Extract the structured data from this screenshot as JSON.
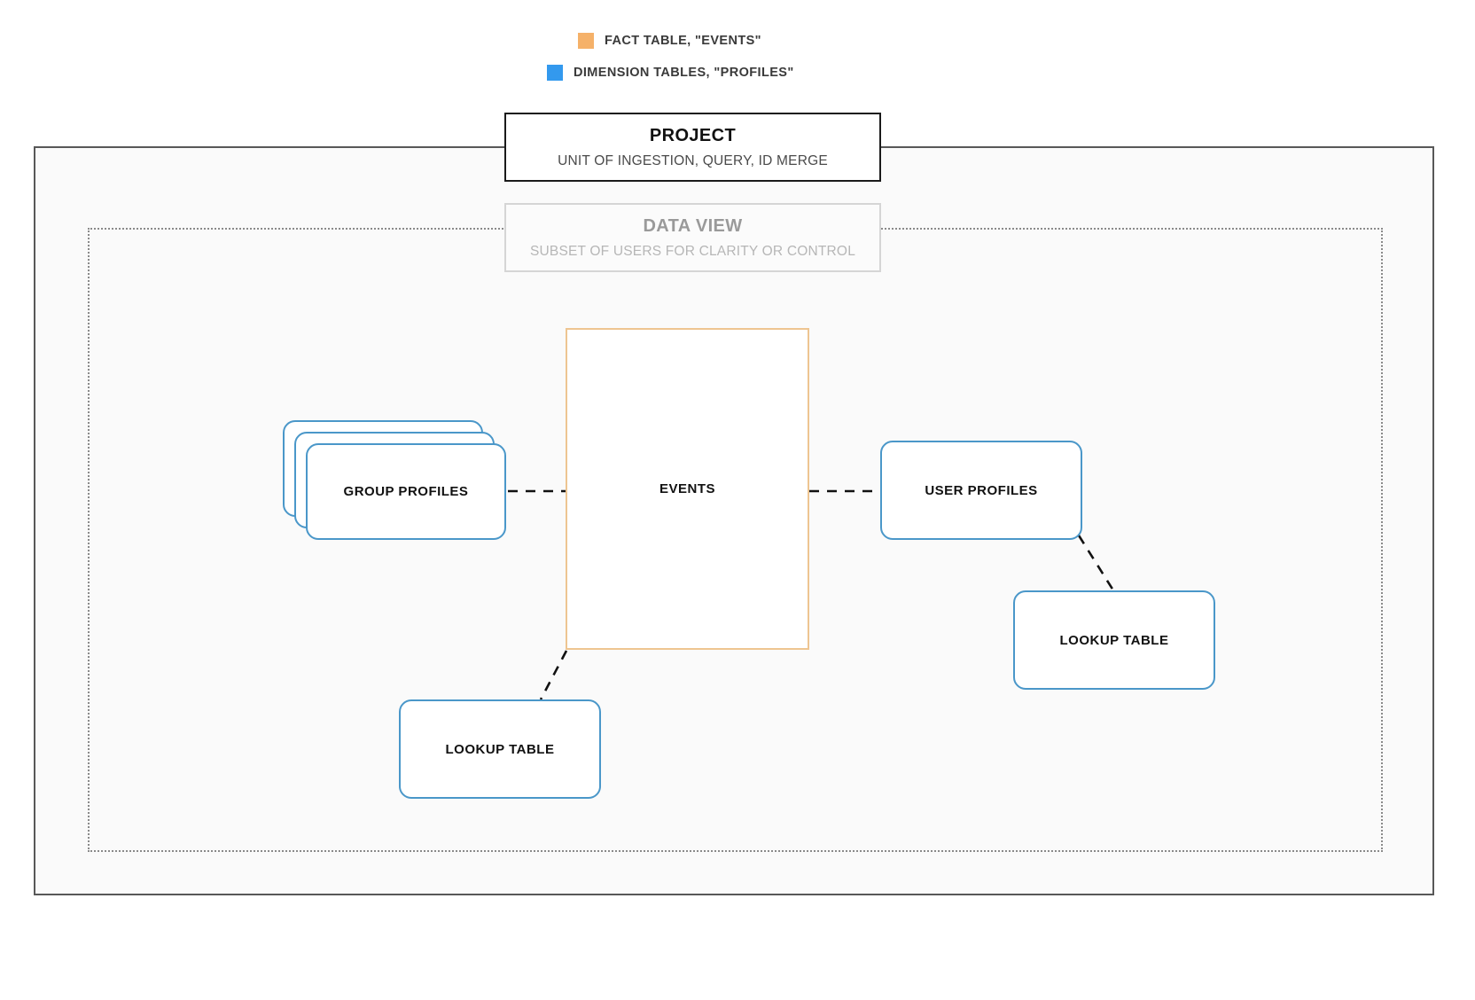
{
  "legend": {
    "items": [
      {
        "id": "fact-table",
        "label": "FACT TABLE, \"EVENTS\"",
        "color": "#f5b169",
        "swatch_icon": "orange-square-swatch"
      },
      {
        "id": "dimension-tables",
        "label": "DIMENSION TABLES, \"PROFILES\"",
        "color": "#3399ee",
        "swatch_icon": "blue-square-swatch"
      }
    ]
  },
  "containers": {
    "project": {
      "title": "PROJECT",
      "subtitle": "UNIT OF INGESTION, QUERY, ID MERGE",
      "border_color": "#1a1a1a"
    },
    "data_view": {
      "title": "DATA VIEW",
      "subtitle": "SUBSET OF USERS FOR CLARITY OR CONTROL",
      "border_color": "#d5d5d5"
    }
  },
  "nodes": {
    "events": {
      "label": "EVENTS",
      "type": "fact-table",
      "border_color": "#eec591"
    },
    "group_profiles": {
      "label": "GROUP PROFILES",
      "type": "dimension-table-stack",
      "stack_count": 3,
      "border_color": "#4a97c9"
    },
    "user_profiles": {
      "label": "USER PROFILES",
      "type": "dimension-table",
      "border_color": "#4a97c9"
    },
    "lookup_table_left": {
      "label": "LOOKUP TABLE",
      "type": "dimension-table",
      "border_color": "#4a97c9"
    },
    "lookup_table_right": {
      "label": "LOOKUP TABLE",
      "type": "dimension-table",
      "border_color": "#4a97c9"
    }
  },
  "connectors": [
    {
      "id": "group-profiles-to-events",
      "from": "group_profiles",
      "to": "events",
      "style": "dashed"
    },
    {
      "id": "events-to-user-profiles",
      "from": "events",
      "to": "user_profiles",
      "style": "dashed"
    },
    {
      "id": "events-to-lookup-left",
      "from": "events",
      "to": "lookup_table_left",
      "style": "dashed"
    },
    {
      "id": "user-profiles-to-lookup-right",
      "from": "user_profiles",
      "to": "lookup_table_right",
      "style": "dashed"
    }
  ]
}
